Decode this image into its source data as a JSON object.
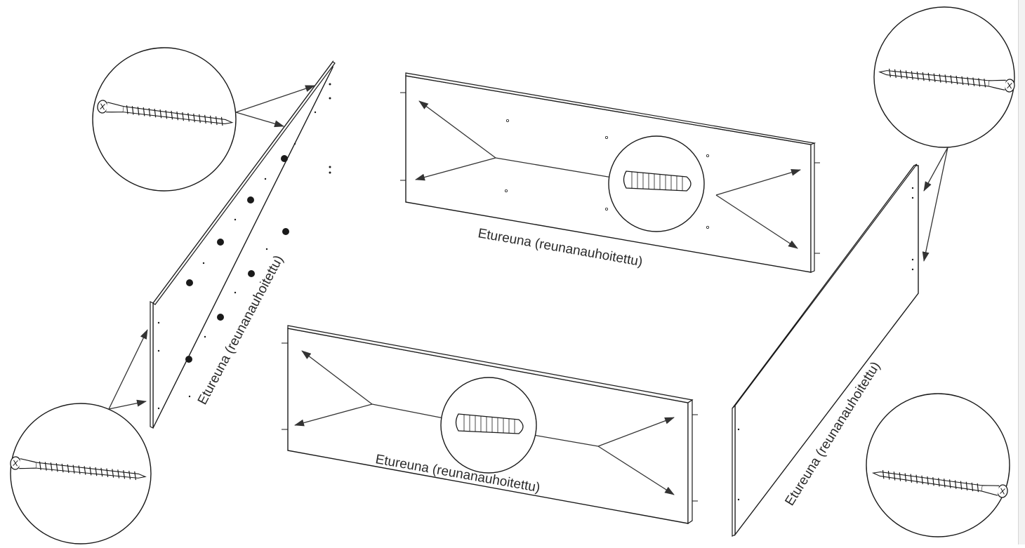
{
  "labels": {
    "back_panel": "Etureuna (reunanauhoitettu)",
    "front_panel": "Etureuna (reunanauhoitettu)",
    "left_panel": "Etureuna (reunanauhoitettu)",
    "right_panel": "Etureuna (reunanauhoitettu)"
  },
  "callouts": [
    {
      "name": "screw-detail-top-left",
      "part": "screw"
    },
    {
      "name": "screw-detail-bottom-left",
      "part": "screw"
    },
    {
      "name": "screw-detail-top-right",
      "part": "screw"
    },
    {
      "name": "screw-detail-bottom-right",
      "part": "screw"
    },
    {
      "name": "dowel-detail-back",
      "part": "dowel"
    },
    {
      "name": "dowel-detail-front",
      "part": "dowel"
    }
  ]
}
